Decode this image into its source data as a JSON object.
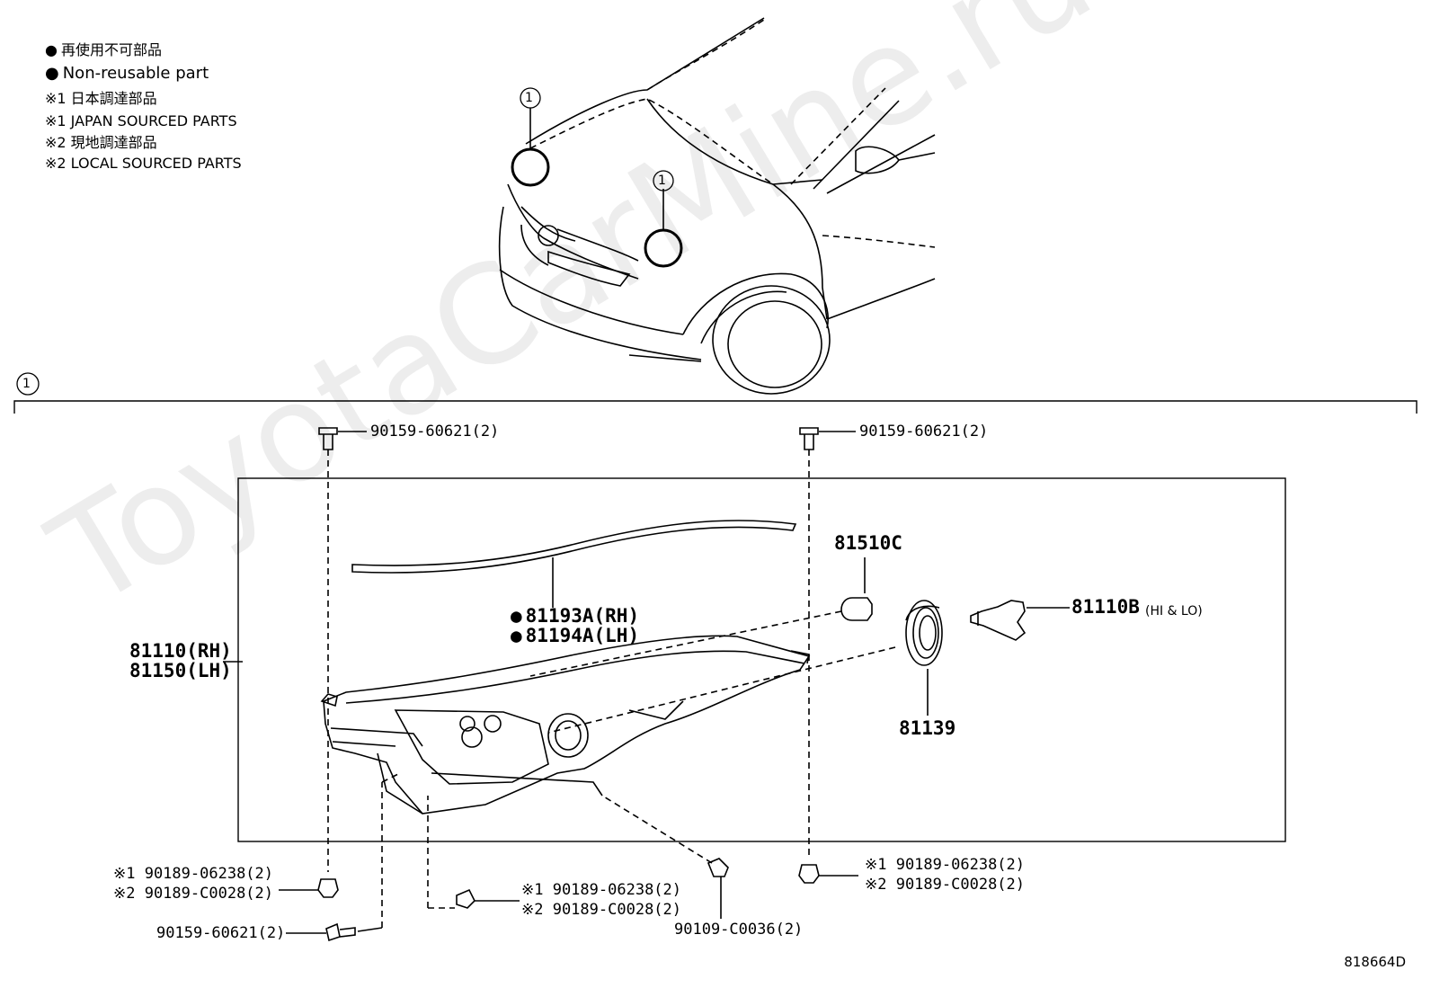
{
  "legend": {
    "non_reusable_jp": "再使用不可部品",
    "non_reusable_en": "Non-reusable part",
    "japan_sourced_jp": "※1 日本調達部品",
    "japan_sourced_en": "※1 JAPAN SOURCED PARTS",
    "local_sourced_jp": "※2 現地調達部品",
    "local_sourced_en": "※2 LOCAL SOURCED PARTS"
  },
  "callout_number": "1",
  "parts": {
    "bolt_top_left": "90159-60621(2)",
    "bolt_top_right": "90159-60621(2)",
    "bulb_small": "81510C",
    "seal_rh": "81193A(RH)",
    "seal_lh": "81194A(LH)",
    "headlamp_rh": "81110(RH)",
    "headlamp_lh": "81150(LH)",
    "bulb_main": "81110B",
    "bulb_main_note": "(HI & LO)",
    "cover": "81139",
    "nut_left_1": "※1 90189-06238(2)",
    "nut_left_2": "※2 90189-C0028(2)",
    "nut_mid_1": "※1 90189-06238(2)",
    "nut_mid_2": "※2 90189-C0028(2)",
    "nut_right_1": "※1 90189-06238(2)",
    "nut_right_2": "※2 90189-C0028(2)",
    "bolt_bottom_left": "90159-60621(2)",
    "screw_bottom": "90109-C0036(2)"
  },
  "diagram_code": "818664D",
  "watermark": "ToyotaCarMine.ru"
}
